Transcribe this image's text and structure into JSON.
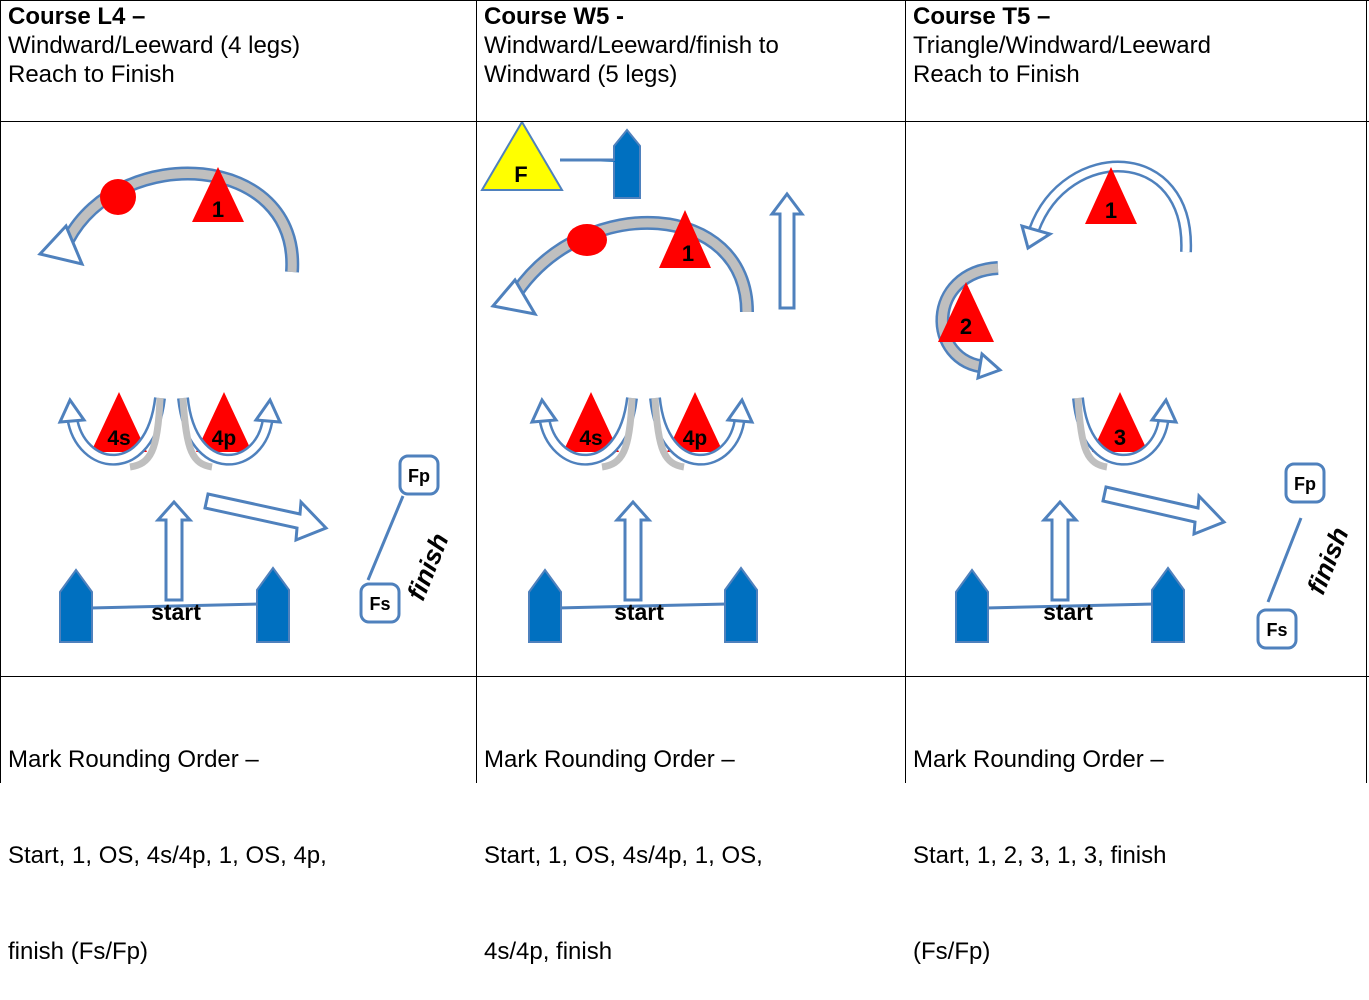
{
  "columns": [
    {
      "title": "Course L4 –",
      "subtitle_lines": [
        "Windward/Leeward (4 legs)",
        "Reach to Finish"
      ],
      "marks": {
        "top": "1",
        "left": "4s",
        "right": "4p"
      },
      "start_label": "start",
      "finish_label": "finish",
      "fp_label": "Fp",
      "fs_label": "Fs",
      "footer_lines": [
        "Mark Rounding Order –",
        "Start, 1, OS, 4s/4p, 1, OS, 4p,",
        "finish (Fs/Fp)"
      ]
    },
    {
      "title": "Course W5 -",
      "subtitle_lines": [
        "Windward/Leeward/finish to",
        "Windward (5 legs)"
      ],
      "marks": {
        "top": "1",
        "left": "4s",
        "right": "4p",
        "finish": "F"
      },
      "start_label": "start",
      "footer_lines": [
        "Mark Rounding Order –",
        "Start, 1, OS, 4s/4p, 1, OS,",
        "4s/4p, finish"
      ]
    },
    {
      "title": "Course T5 –",
      "subtitle_lines": [
        "Triangle/Windward/Leeward",
        "Reach to Finish"
      ],
      "marks": {
        "top": "1",
        "mid": "2",
        "bottom": "3"
      },
      "start_label": "start",
      "finish_label": "finish",
      "fp_label": "Fp",
      "fs_label": "Fs",
      "footer_lines": [
        "Mark Rounding Order –",
        "Start, 1, 2, 3, 1, 3, finish",
        "(Fs/Fp)"
      ]
    }
  ],
  "colors": {
    "mark_red": "#ff0000",
    "boat_blue": "#0070c0",
    "arrow_stroke": "#4f81bd",
    "finish_yellow": "#ffff00",
    "arrow_fill_grey": "#bfbfbf"
  }
}
